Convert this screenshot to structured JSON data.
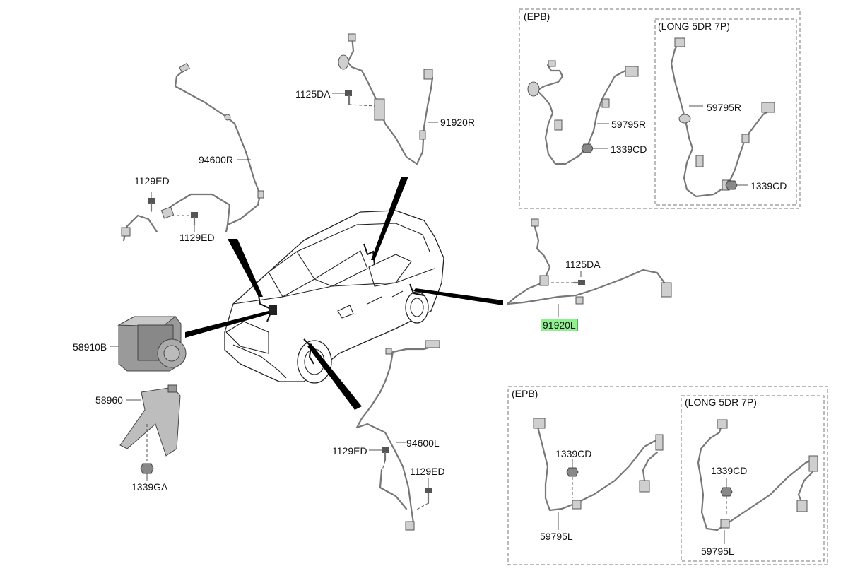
{
  "labels": {
    "p94600R": "94600R",
    "p1129ED_a": "1129ED",
    "p1129ED_b": "1129ED",
    "p1125DA_top": "1125DA",
    "p91920R": "91920R",
    "p58910B": "58910B",
    "p58960": "58960",
    "p1339GA": "1339GA",
    "p91920L": "91920L",
    "p1125DA_right": "1125DA",
    "p94600L": "94600L",
    "p1129ED_c": "1129ED",
    "p1129ED_d": "1129ED",
    "box1_59795R": "59795R",
    "box1_1339CD": "1339CD",
    "box2_59795R": "59795R",
    "box2_1339CD": "1339CD",
    "box3_1339CD": "1339CD",
    "box3_59795L": "59795L",
    "box4_1339CD": "1339CD",
    "box4_59795L": "59795L"
  },
  "boxes": {
    "top_outer": "(EPB)",
    "top_inner": "(LONG 5DR 7P)",
    "bottom_outer": "(EPB)",
    "bottom_inner": "(LONG 5DR 7P)"
  },
  "highlight_color": "#8ef08e"
}
